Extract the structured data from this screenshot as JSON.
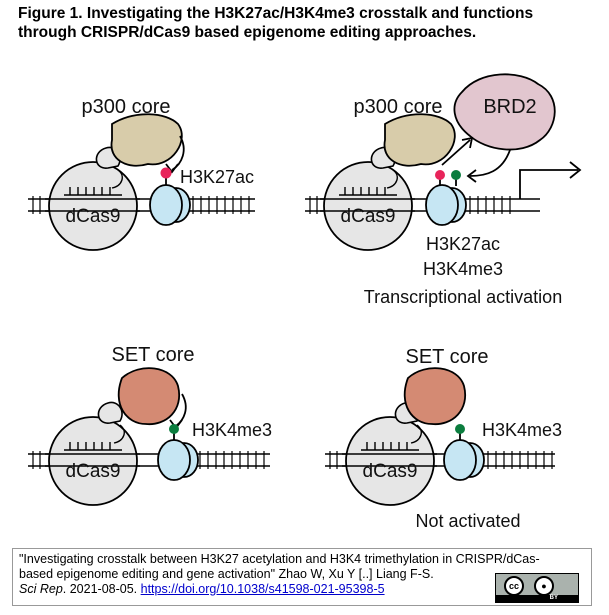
{
  "figure": {
    "title_line1": "Figure 1. Investigating the H3K27ac/H3K4me3 crosstalk and functions",
    "title_line2": "through CRISPR/dCas9 based epigenome editing approaches."
  },
  "panels": {
    "top_left": {
      "enzyme": "p300 core",
      "dcas9": "dCas9",
      "mark": "H3K27ac"
    },
    "top_right": {
      "enzyme": "p300 core",
      "reader": "BRD2",
      "dcas9": "dCas9",
      "mark1": "H3K27ac",
      "mark2": "H3K4me3",
      "outcome": "Transcriptional activation"
    },
    "bottom_left": {
      "enzyme": "SET core",
      "dcas9": "dCas9",
      "mark": "H3K4me3"
    },
    "bottom_right": {
      "enzyme": "SET core",
      "dcas9": "dCas9",
      "mark": "H3K4me3",
      "outcome": "Not activated"
    }
  },
  "colors": {
    "p300": "#d8ccaa",
    "brd2": "#e2c6cf",
    "set": "#d48a73",
    "nucleosome": "#c6e6f3",
    "dcas9": "#e6e6e6",
    "acetyl_mark": "#e8245a",
    "methyl_mark": "#0b7d3e"
  },
  "citation": {
    "line1": "\"Investigating crosstalk between H3K27 acetylation and H3K4 trimethylation in CRISPR/dCas-",
    "line2": "based epigenome editing and gene activation\" Zhao W, Xu Y [..] Liang F-S.",
    "journal": "Sci Rep",
    "date": ". 2021-08-05. ",
    "doi": "https://doi.org/10.1038/s41598-021-95398-5",
    "license_cc": "cc",
    "license_by": "BY"
  }
}
